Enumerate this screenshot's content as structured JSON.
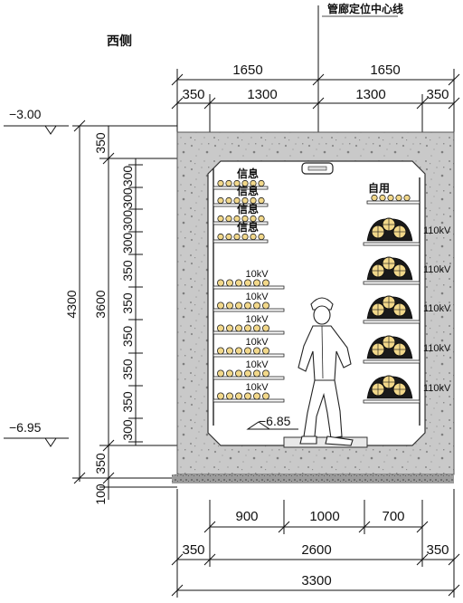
{
  "drawing": {
    "side_label": "西侧",
    "centerline_label": "管廊定位中心线"
  },
  "dims_top": {
    "half_left": "1650",
    "half_right": "1650",
    "wall_left": "350",
    "inner_left": "1300",
    "inner_right": "1300",
    "wall_right": "350"
  },
  "dims_left": {
    "elev_top": "−3.00",
    "elev_bottom": "−6.95",
    "total": "4300",
    "inner": "3600",
    "roof": "350",
    "floor": "350",
    "cushion": "100",
    "spacings": [
      "300",
      "300",
      "300",
      "300",
      "350",
      "350",
      "350",
      "350",
      "350",
      "300"
    ]
  },
  "dims_bottom": {
    "seg1": "900",
    "seg2": "1000",
    "seg3": "700",
    "wall_left": "350",
    "inner": "2600",
    "wall_right": "350",
    "total": "3300"
  },
  "left_rack": {
    "labels": [
      "信息",
      "信息",
      "信息",
      "信息",
      "10kV",
      "10kV",
      "10kV",
      "10kV",
      "10kV",
      "10kV"
    ]
  },
  "right_rack": {
    "top_label": "自用",
    "labels": [
      "110kV",
      "110kV",
      "110kV",
      "110kV",
      "110kV"
    ]
  },
  "floor_level": "−6.85"
}
